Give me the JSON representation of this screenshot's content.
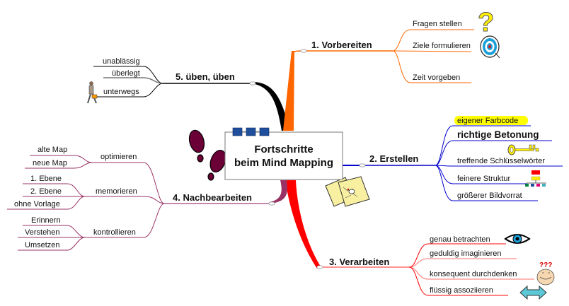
{
  "center": {
    "line1": "Fortschritte",
    "line2": "beim Mind Mapping"
  },
  "colors": {
    "vorbereiten": "#ff6600",
    "erstellen": "#0000cc",
    "verarbeiten": "#ff0000",
    "nachbearbeiten": "#993366",
    "ueben": "#000000",
    "highlight": "#ffff00",
    "center_squares": "#1f4e9c"
  },
  "branches": {
    "vorbereiten": {
      "label": "1.  Vorbereiten",
      "items": [
        "Fragen stellen",
        "Ziele formulieren",
        "Zeit vorgeben"
      ],
      "icons": [
        "question-mark-icon",
        "target-icon"
      ]
    },
    "erstellen": {
      "label": "2.  Erstellen",
      "items": [
        "eigener Farbcode",
        "richtige Betonung",
        "treffende Schlüsselwörter",
        "feinere Struktur",
        "größerer Bildvorrat"
      ],
      "icons": [
        "key-icon",
        "org-chart-icon",
        "maps-icon"
      ]
    },
    "verarbeiten": {
      "label": "3.  Verarbeiten",
      "items": [
        "genau betrachten",
        "geduldig imaginieren",
        "konsequent durchdenken",
        "flüssig assoziieren"
      ],
      "icons": [
        "eye-icon",
        "thinking-head-icon",
        "double-arrow-icon"
      ]
    },
    "nachbearbeiten": {
      "label": "4.  Nachbearbeiten",
      "groups": [
        {
          "label": "optimieren",
          "items": [
            "alte Map",
            "neue Map"
          ]
        },
        {
          "label": "memorieren",
          "items": [
            "1. Ebene",
            "2. Ebene",
            "ohne Vorlage"
          ]
        },
        {
          "label": "kontrollieren",
          "items": [
            "Erinnern",
            "Verstehen",
            "Umsetzen"
          ]
        }
      ],
      "icons": [
        "footprints-icon"
      ]
    },
    "ueben": {
      "label": "5.  üben, üben",
      "items": [
        "unablässig",
        "überlegt",
        "unterwegs"
      ],
      "icons": [
        "walking-man-icon"
      ]
    }
  }
}
